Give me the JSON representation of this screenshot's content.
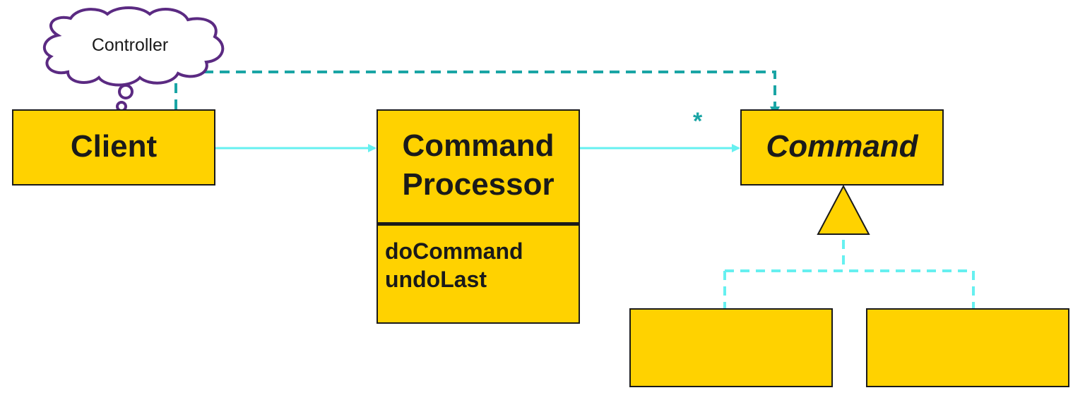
{
  "diagram": {
    "client": {
      "label": "Client"
    },
    "processor": {
      "label_line1": "Command",
      "label_line2": "Processor",
      "operations": [
        "doCommand",
        "undoLast"
      ]
    },
    "command": {
      "label": "Command"
    },
    "thought_bubble": {
      "label": "Controller"
    },
    "multiplicity": "*",
    "colors": {
      "box_fill": "#FFD200",
      "box_border": "#1a1a1a",
      "association_line": "#66F0F0",
      "dependency_line": "#1AA5A5",
      "bubble_outline": "#5B2A82"
    }
  }
}
